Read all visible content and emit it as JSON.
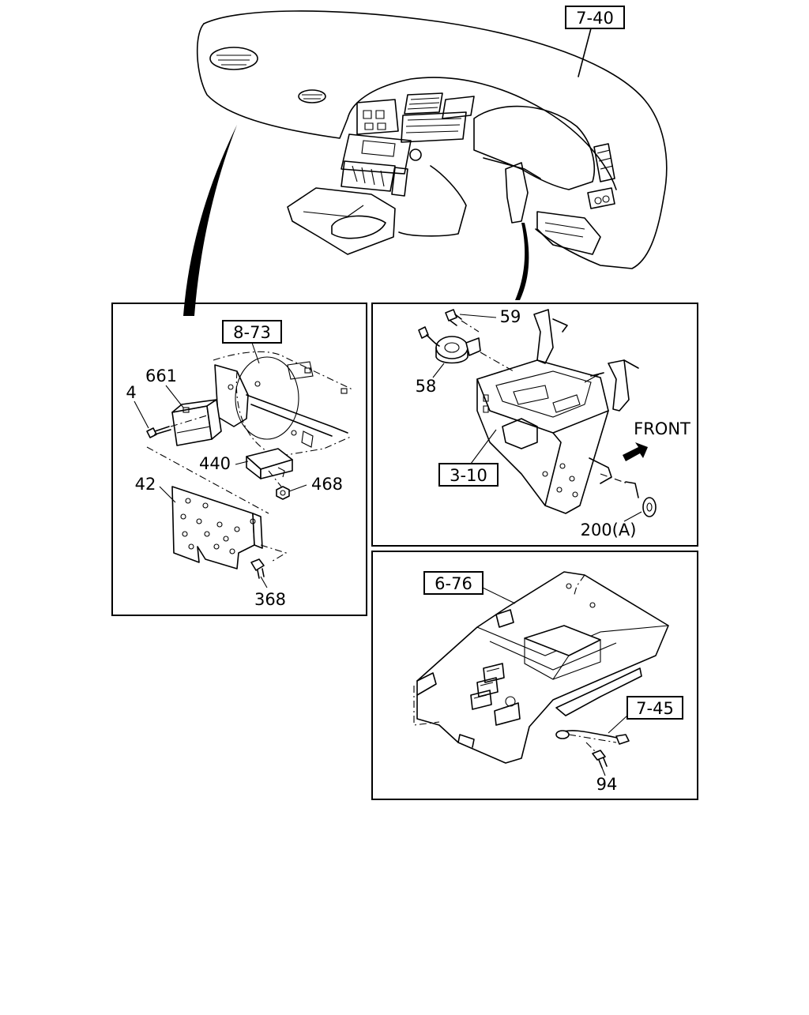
{
  "callouts": {
    "dash_ref": "7-40",
    "panel_left": {
      "ref": "8-73",
      "parts": [
        "661",
        "4",
        "440",
        "468",
        "42",
        "368"
      ]
    },
    "panel_right_top": {
      "parts": [
        "59",
        "58",
        "200(A)"
      ],
      "ref": "3-10",
      "direction": "FRONT"
    },
    "panel_right_bottom": {
      "ref_a": "6-76",
      "ref_b": "7-45",
      "parts": [
        "94"
      ]
    }
  }
}
